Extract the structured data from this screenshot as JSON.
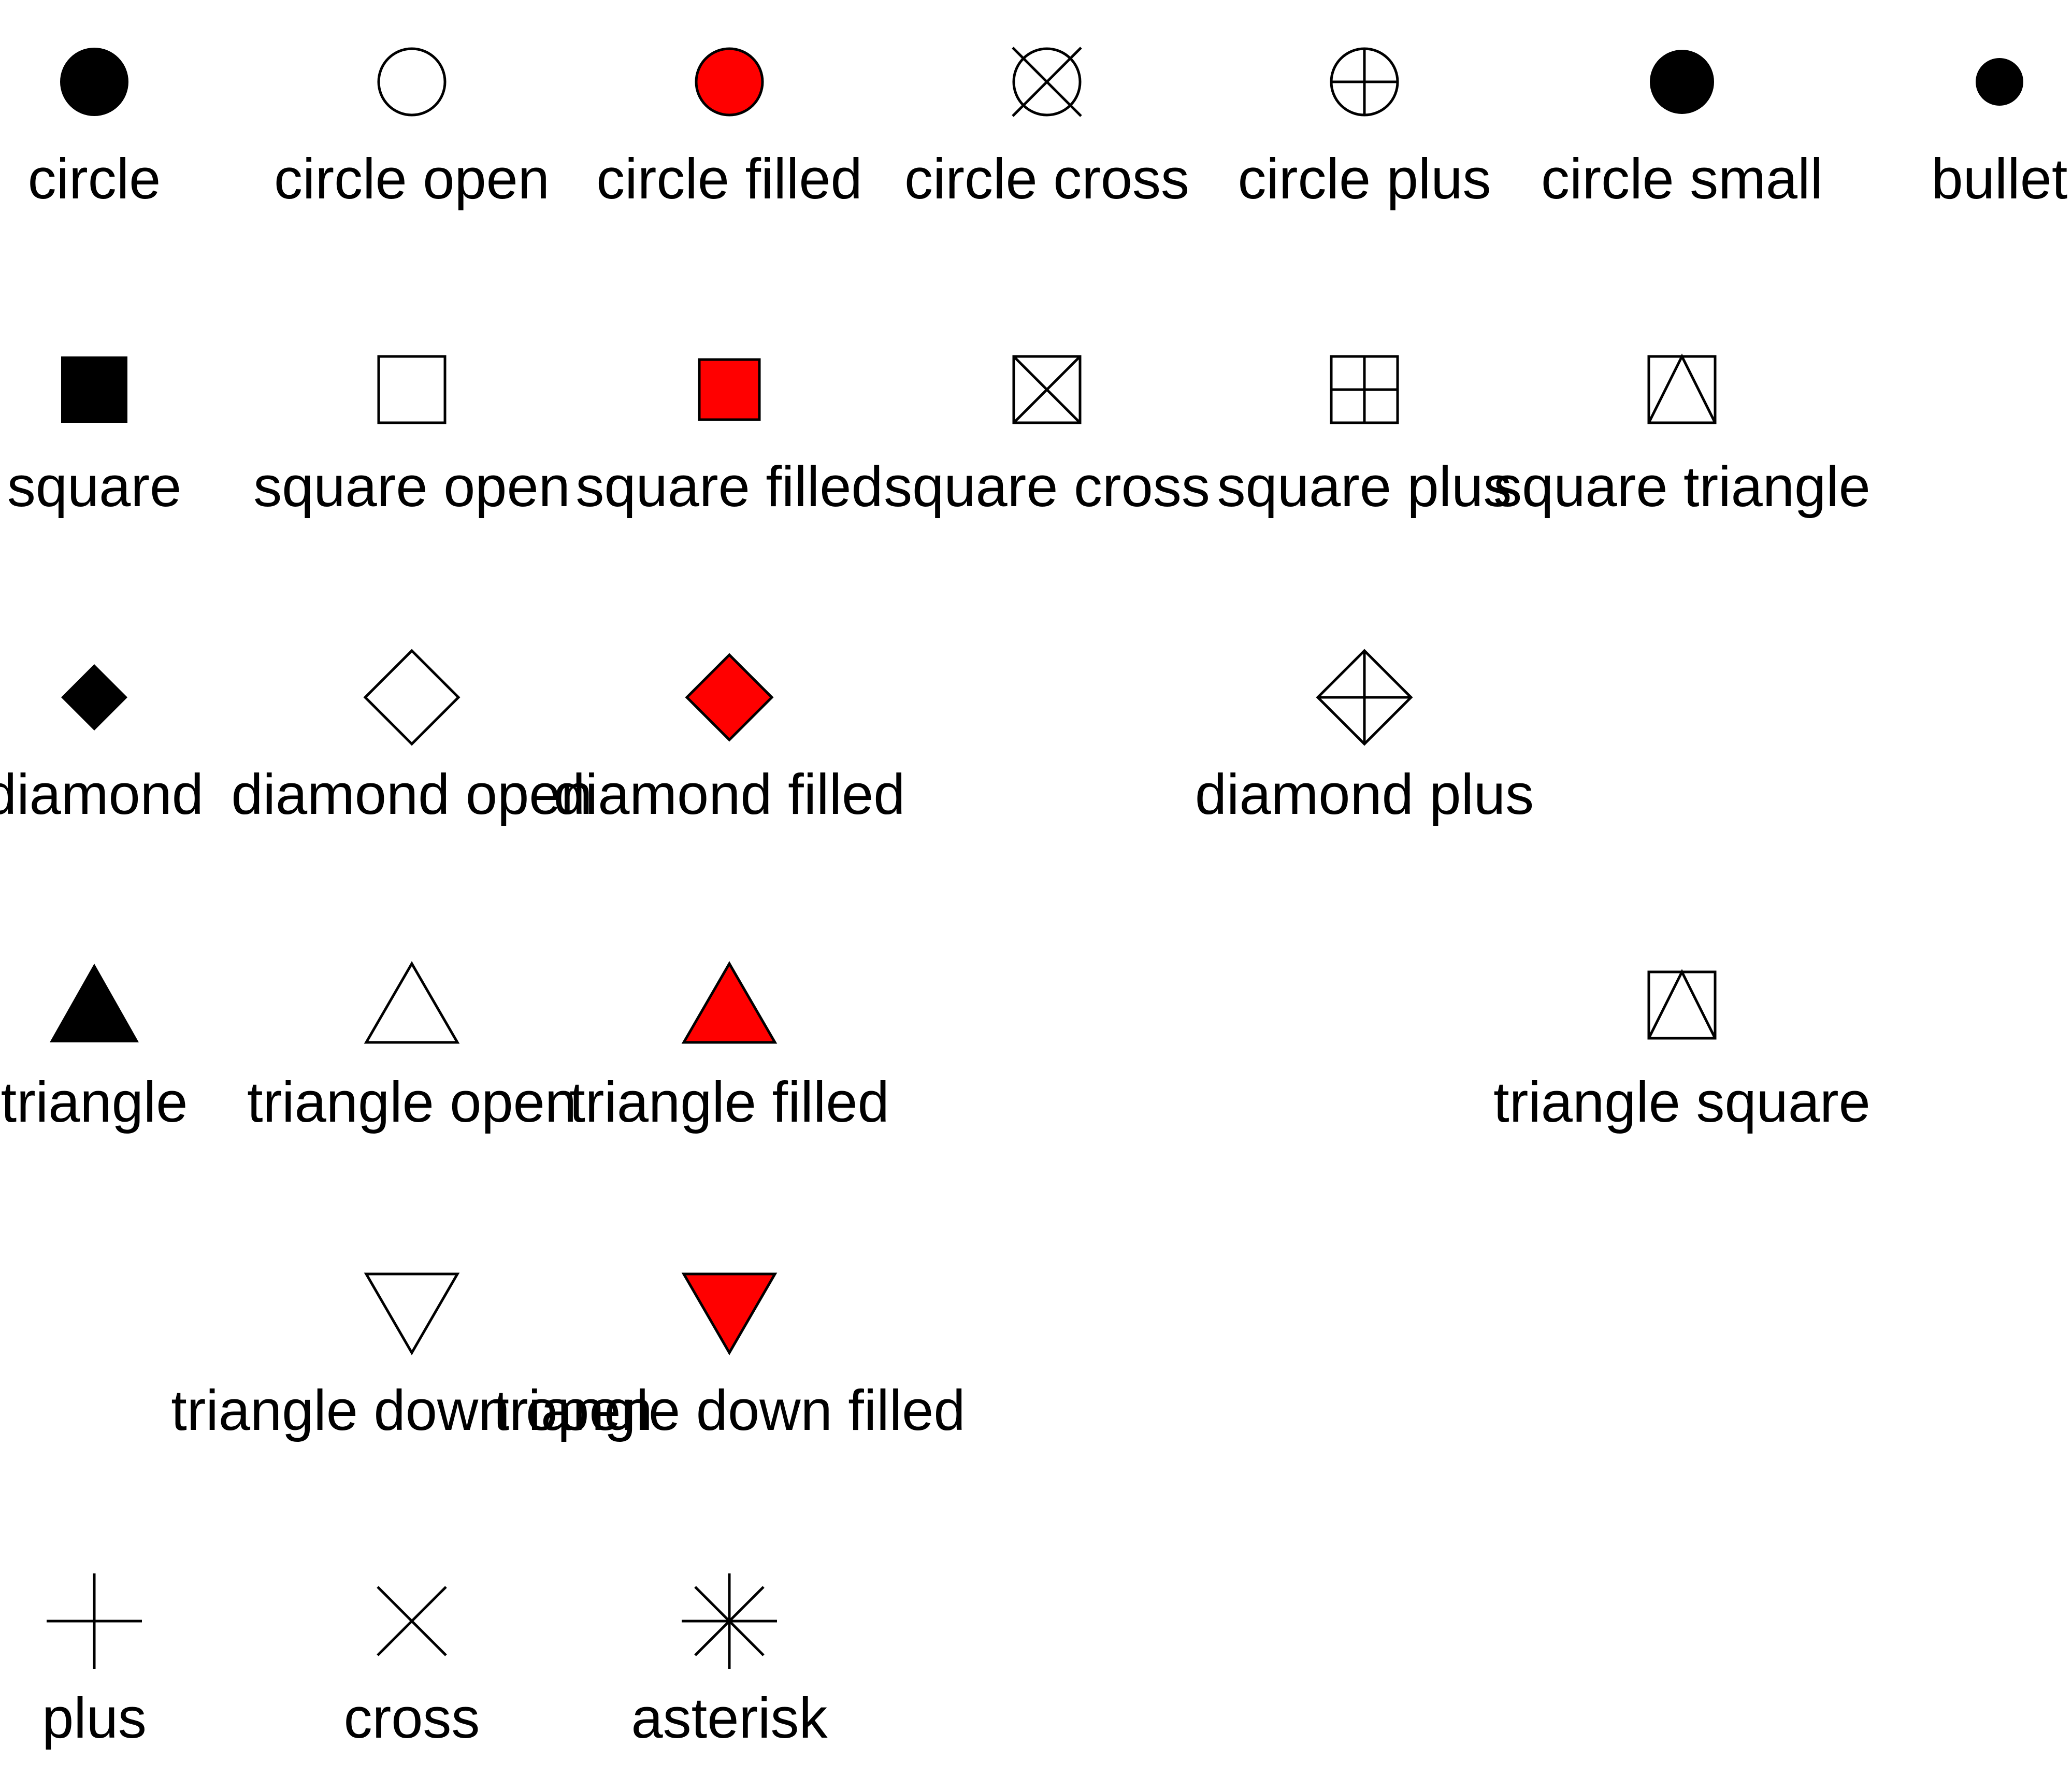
{
  "colors": {
    "ink": "#000000",
    "filled": "#ff0000",
    "open": "#ffffff",
    "background": "#ffffff"
  },
  "rows": [
    {
      "items": [
        {
          "col": 0,
          "label": "circle",
          "icon": "circle-icon"
        },
        {
          "col": 1,
          "label": "circle open",
          "icon": "circle-open-icon"
        },
        {
          "col": 2,
          "label": "circle filled",
          "icon": "circle-filled-icon"
        },
        {
          "col": 3,
          "label": "circle cross",
          "icon": "circle-cross-icon"
        },
        {
          "col": 4,
          "label": "circle plus",
          "icon": "circle-plus-icon"
        },
        {
          "col": 5,
          "label": "circle small",
          "icon": "circle-small-icon"
        },
        {
          "col": 6,
          "label": "bullet",
          "icon": "bullet-icon"
        }
      ]
    },
    {
      "items": [
        {
          "col": 0,
          "label": "square",
          "icon": "square-icon"
        },
        {
          "col": 1,
          "label": "square open",
          "icon": "square-open-icon"
        },
        {
          "col": 2,
          "label": "square filled",
          "icon": "square-filled-icon"
        },
        {
          "col": 3,
          "label": "square cross",
          "icon": "square-cross-icon"
        },
        {
          "col": 4,
          "label": "square plus",
          "icon": "square-plus-icon"
        },
        {
          "col": 5,
          "label": "square triangle",
          "icon": "square-triangle-icon"
        }
      ]
    },
    {
      "items": [
        {
          "col": 0,
          "label": "diamond",
          "icon": "diamond-icon"
        },
        {
          "col": 1,
          "label": "diamond open",
          "icon": "diamond-open-icon"
        },
        {
          "col": 2,
          "label": "diamond filled",
          "icon": "diamond-filled-icon"
        },
        {
          "col": 4,
          "label": "diamond plus",
          "icon": "diamond-plus-icon"
        }
      ]
    },
    {
      "items": [
        {
          "col": 0,
          "label": "triangle",
          "icon": "triangle-icon"
        },
        {
          "col": 1,
          "label": "triangle open",
          "icon": "triangle-open-icon"
        },
        {
          "col": 2,
          "label": "triangle filled",
          "icon": "triangle-filled-icon"
        },
        {
          "col": 5,
          "label": "triangle square",
          "icon": "triangle-square-icon"
        }
      ]
    },
    {
      "items": [
        {
          "col": 1,
          "label": "triangle down open",
          "icon": "triangle-down-open-icon"
        },
        {
          "col": 2,
          "label": "triangle down filled",
          "icon": "triangle-down-filled-icon"
        }
      ]
    },
    {
      "items": [
        {
          "col": 0,
          "label": "plus",
          "icon": "plus-icon"
        },
        {
          "col": 1,
          "label": "cross",
          "icon": "cross-icon"
        },
        {
          "col": 2,
          "label": "asterisk",
          "icon": "asterisk-icon"
        }
      ]
    }
  ]
}
